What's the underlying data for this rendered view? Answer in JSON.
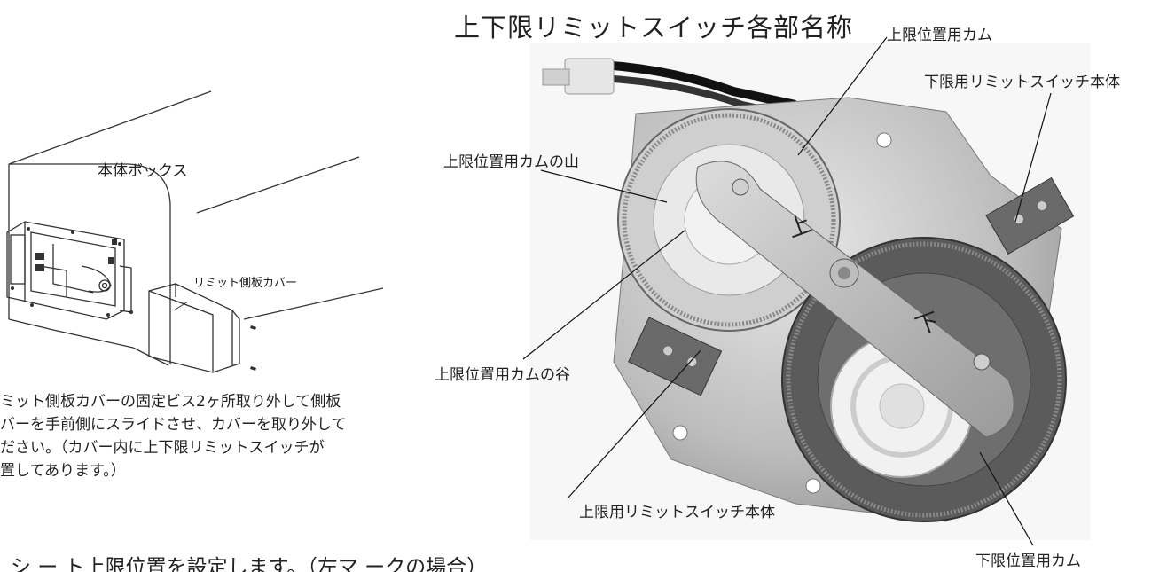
{
  "title": "上下限リミットスイッチ各部名称",
  "left_diagram": {
    "box_label": "本体ボックス",
    "cover_label": "リミット側板カバー"
  },
  "instructions": [
    "ミット側板カバーの固定ビス2ヶ所取り外して側板",
    "バーを手前側にスライドさせ、カバーを取り外して",
    "ださい。（カバー内に上下限リミットスイッチが",
    "置してあります。）"
  ],
  "bottom_text": "シ ー ト上限位置を設定します。（左マ ークの場合）",
  "photo_labels": {
    "upper_cam": "上限位置用カム",
    "lower_switch": "下限用リミットスイッチ本体",
    "upper_cam_peak": "上限位置用カムの山",
    "upper_cam_valley": "上限位置用カムの谷",
    "upper_switch": "上限用リミットスイッチ本体",
    "lower_cam": "下限位置用カム",
    "mark_upper": "上",
    "mark_lower": "下"
  }
}
